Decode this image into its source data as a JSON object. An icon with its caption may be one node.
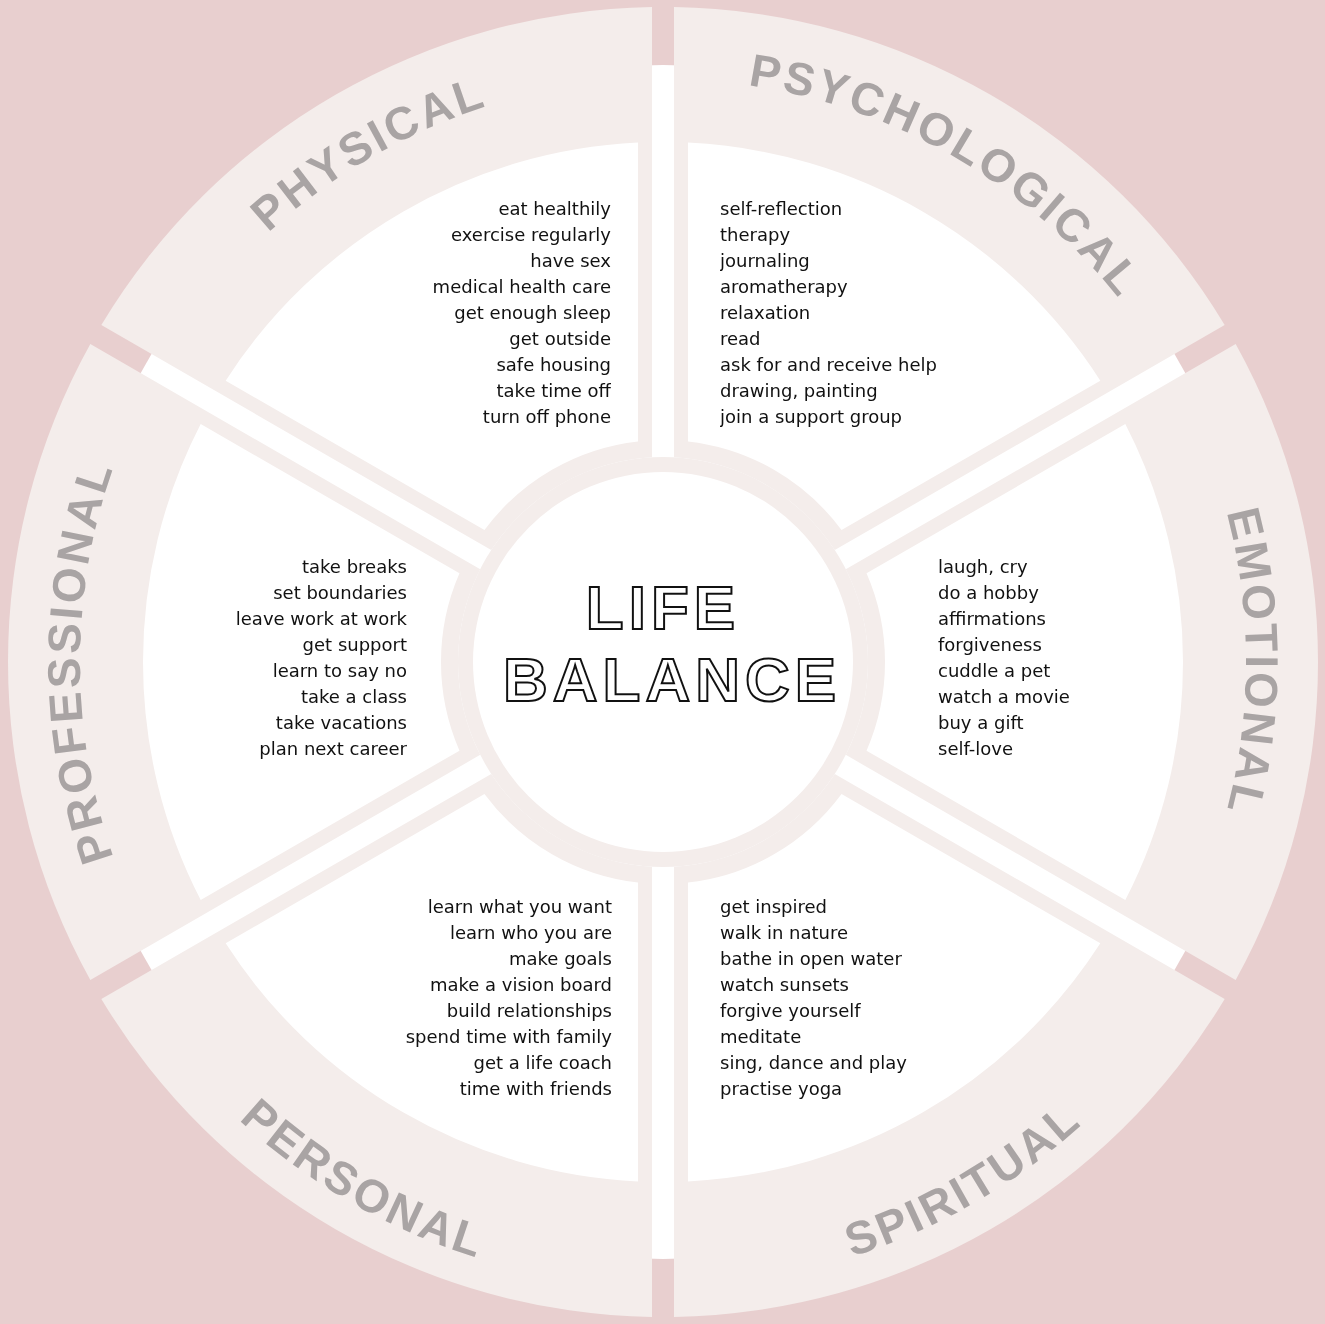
{
  "diagram": {
    "nodes": [
      {
        "text": [
          "PHYSICAL",
          "eat healthily",
          "exercise regularly",
          "have sex",
          "medical health care",
          "get enough sleep",
          "get outside",
          "safe housing",
          "take time off",
          "turn off phone"
        ]
      },
      {
        "text": [
          "PSYCHOLOGICAL",
          "self-reflection",
          "therapy",
          "journaling",
          "aromatherapy",
          "relaxation",
          "read",
          "ask for and receive help",
          "drawing, painting",
          "join a support group"
        ]
      },
      {
        "text": [
          "EMOTIONAL",
          "laugh, cry",
          "do a hobby",
          "affirmations",
          "forgiveness",
          "cuddle a pet",
          "watch a movie",
          "buy a gift",
          "self-love"
        ]
      },
      {
        "text": [
          "SPIRITUAL",
          "get inspired",
          "walk in nature",
          "bathe in open water",
          "watch sunsets",
          "forgive yourself",
          "meditate",
          "sing, dance and play",
          "practise yoga"
        ]
      },
      {
        "text": [
          "PERSONAL",
          "learn what you want",
          "learn who you are",
          "make goals",
          "make a vision board",
          "build relationships",
          "spend time with family",
          "get a life coach",
          "time with friends"
        ]
      },
      {
        "text": [
          "PROFESSIONAL",
          "take breaks",
          "set boundaries",
          "leave work at work",
          "get support",
          "learn to say no",
          "take a class",
          "take vacations",
          "plan next career"
        ]
      },
      {
        "text": [
          "LIFE BALANCE"
        ]
      }
    ]
  }
}
